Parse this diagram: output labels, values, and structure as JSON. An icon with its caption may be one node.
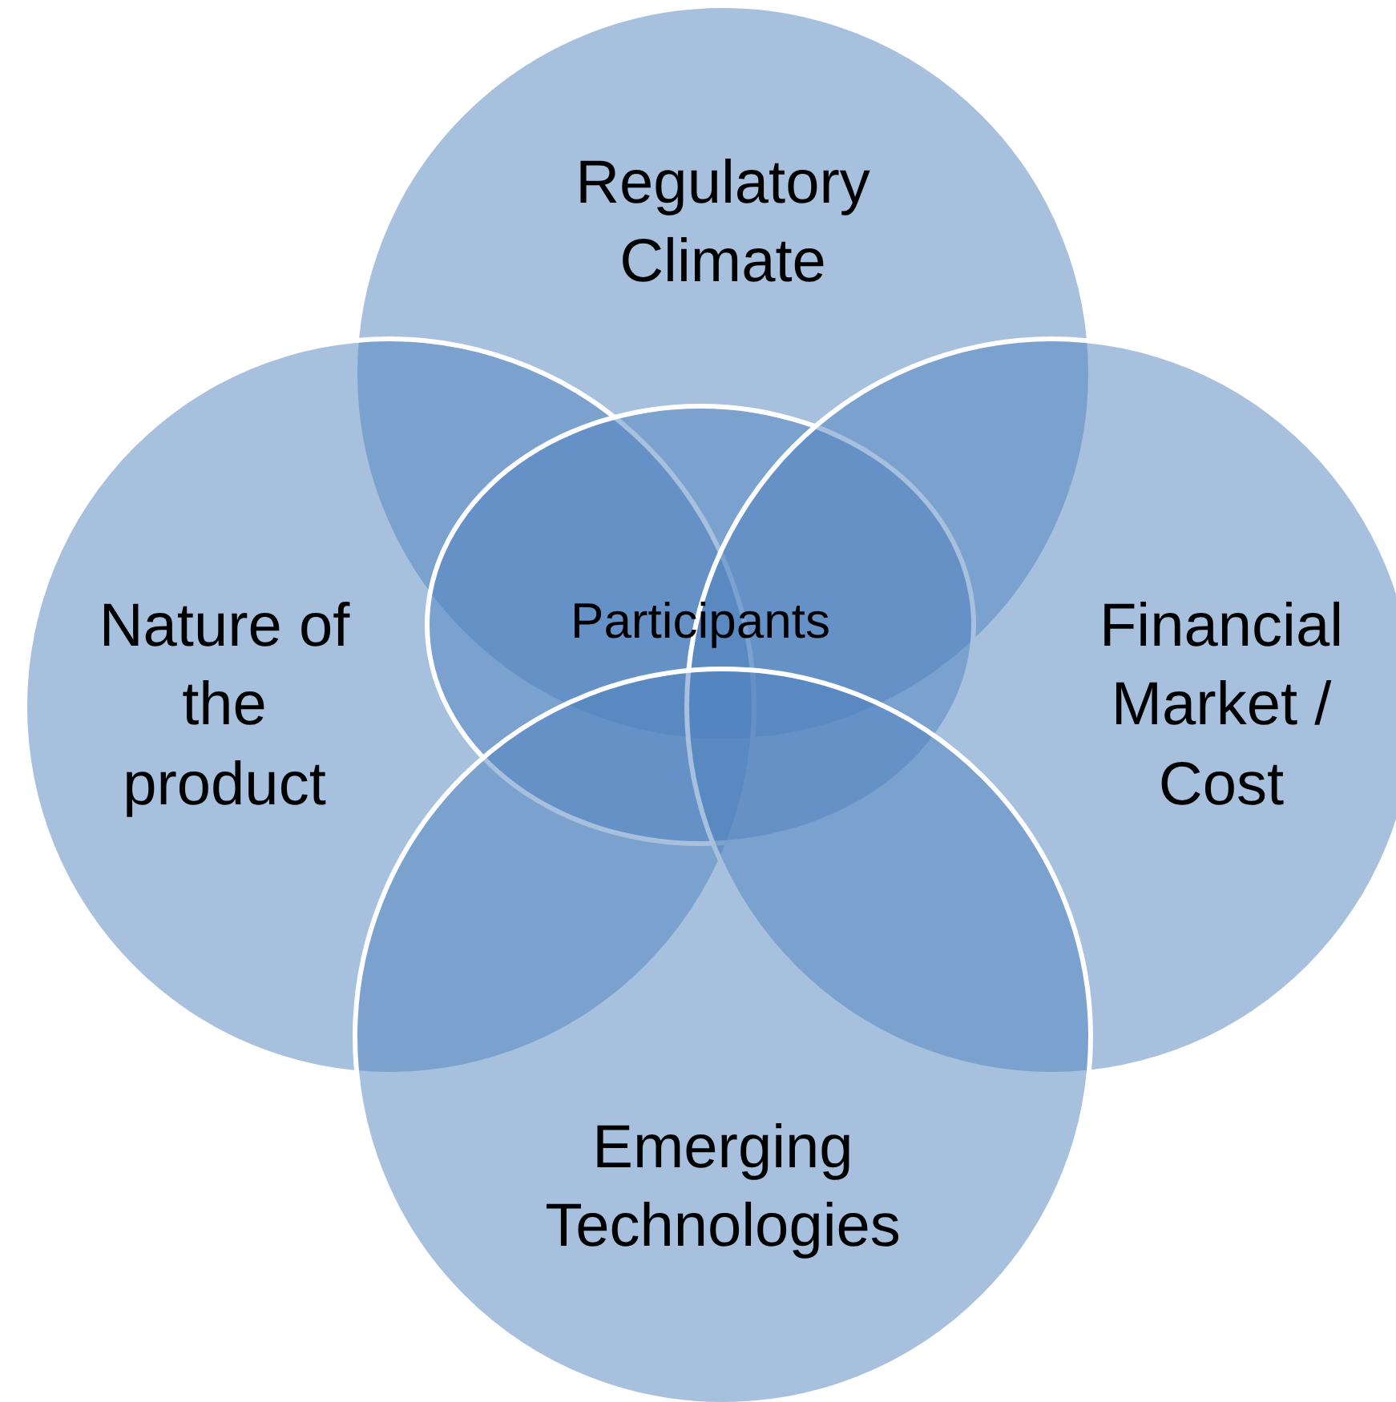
{
  "diagram": {
    "nodes": [
      {
        "text": [
          "Regulatory Climate"
        ]
      },
      {
        "text": [
          "Nature of the product"
        ]
      },
      {
        "text": [
          "Participants"
        ]
      },
      {
        "text": [
          "Financial Market / Cost"
        ]
      },
      {
        "text": [
          "Emerging Technologies"
        ]
      }
    ]
  }
}
